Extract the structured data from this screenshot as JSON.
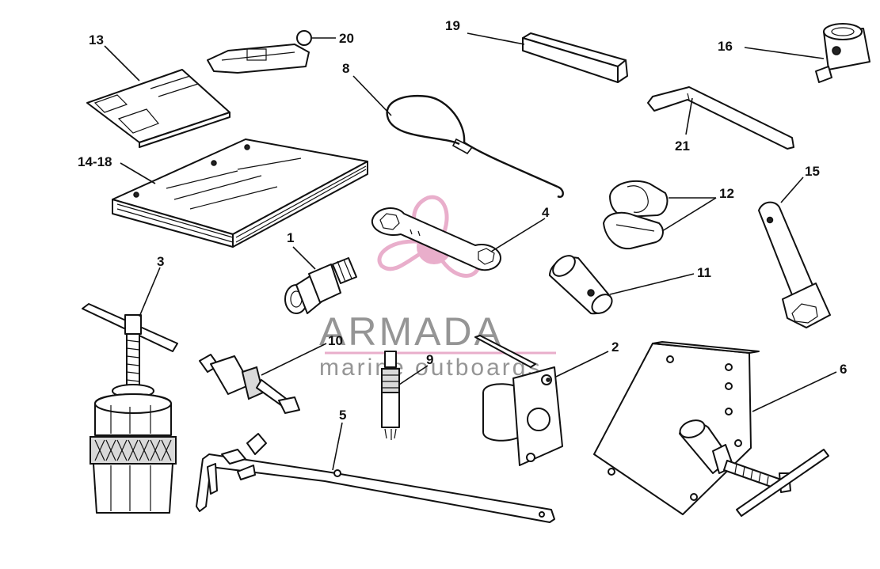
{
  "callouts": {
    "c13": "13",
    "c20": "20",
    "c19": "19",
    "c16": "16",
    "c8": "8",
    "c21": "21",
    "c1418": "14-18",
    "c12": "12",
    "c15": "15",
    "c4": "4",
    "c1": "1",
    "c11": "11",
    "c3": "3",
    "c10": "10",
    "c9": "9",
    "c2": "2",
    "c6": "6",
    "c5": "5"
  },
  "watermark": {
    "title": "ARMADA",
    "subtitle": "marine outboards",
    "color": "#e7a6c6"
  }
}
